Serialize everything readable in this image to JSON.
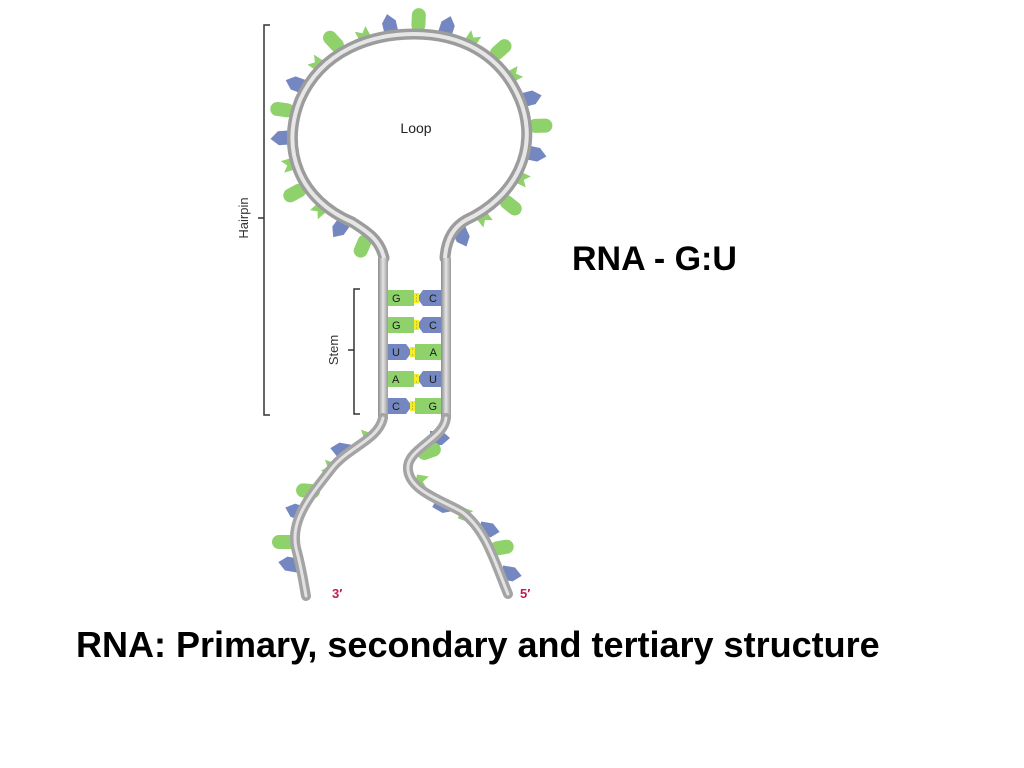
{
  "side_heading": "RNA - G:U",
  "main_heading": "RNA: Primary, secondary and tertiary structure",
  "diagram": {
    "labels": {
      "hairpin": "Hairpin",
      "stem": "Stem",
      "loop": "Loop",
      "end_3": "3′",
      "end_5": "5′"
    },
    "base_pairs": [
      {
        "left": "G",
        "right": "C",
        "left_type": "purine",
        "right_type": "pyrimidine"
      },
      {
        "left": "G",
        "right": "C",
        "left_type": "purine",
        "right_type": "pyrimidine"
      },
      {
        "left": "U",
        "right": "A",
        "left_type": "pyrimidine",
        "right_type": "purine"
      },
      {
        "left": "A",
        "right": "U",
        "left_type": "purine",
        "right_type": "pyrimidine"
      },
      {
        "left": "C",
        "right": "G",
        "left_type": "pyrimidine",
        "right_type": "purine"
      }
    ],
    "colors": {
      "backbone": "#b4b4b4",
      "purine_green": "#8fd16a",
      "pyrimidine_blue": "#7487c0",
      "hydrogen_bond": "#f2ee2a",
      "end_label": "#c2185b",
      "bracket": "#333333"
    }
  }
}
